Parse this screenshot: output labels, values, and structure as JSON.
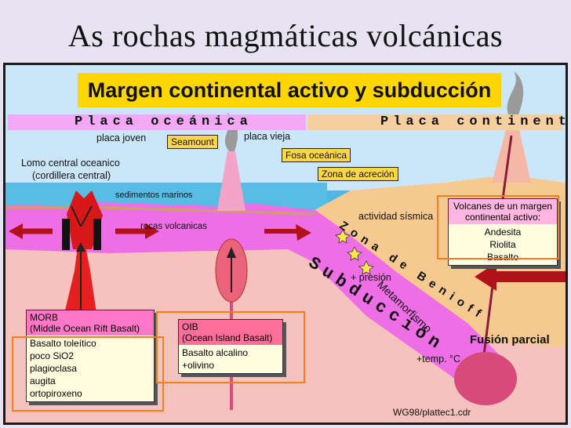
{
  "slide": {
    "title": "As rochas magmáticas volcánicas"
  },
  "diagram": {
    "banner": "Margen continental activo y subducción",
    "plate_oceanic": "Placa oceánica",
    "plate_continental": "Placa continental",
    "placa_joven": "placa joven",
    "seamount": "Seamount",
    "placa_vieja": "placa vieja",
    "fosa": "Fosa oceánica",
    "zona_acrecion": "Zona de acreción",
    "lomo": "Lomo central oceanico",
    "cordillera": "(cordillera central)",
    "sedimentos": "sedimentos marinos",
    "rocas_volcanicas": "rocas volcanicas",
    "actividad_sismica": "actividad sísmica",
    "zona_benioff": "Zona de Benioff",
    "subduccion": "Subducción",
    "presion": "+ presión",
    "metamorfismo": "Metamorfismo",
    "temp": "+temp. °C",
    "fusion_parcial": "Fusión parcial",
    "credit": "WG98/plattec1.cdr",
    "volcanes_box": {
      "title_line1": "Volcanes de un margen",
      "title_line2": "continental activo:",
      "items": [
        "Andesita",
        "Riolita",
        "Basalto"
      ]
    },
    "morb_box": {
      "title_line1": "MORB",
      "title_line2": "(Middle Ocean Rift Basalt)",
      "items": [
        "Basalto toleítico",
        "poco SiO2",
        "plagioclasa",
        "augita",
        "ortopiroxeno"
      ]
    },
    "oib_box": {
      "title_line1": "OIB",
      "title_line2": "(Ocean Island Basalt)",
      "items": [
        "Basalto alcalino",
        "+olivino"
      ]
    }
  }
}
